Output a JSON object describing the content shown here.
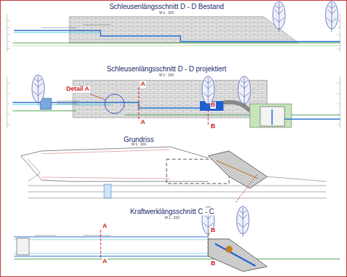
{
  "diagram": {
    "labels": [
      "Schleusenlängsschnitt D - D Bestand",
      "M 1 : 100",
      "Schleusenlängsschnitt D - D projektiert",
      "Detail A",
      "M 1 : 100",
      "A",
      "A",
      "B",
      "B",
      "Grundriss",
      "M 1 : 100",
      "Kraftwerklängsschnitt C - C",
      "M 1 : 100",
      "A",
      "A",
      "B",
      "B"
    ]
  }
}
